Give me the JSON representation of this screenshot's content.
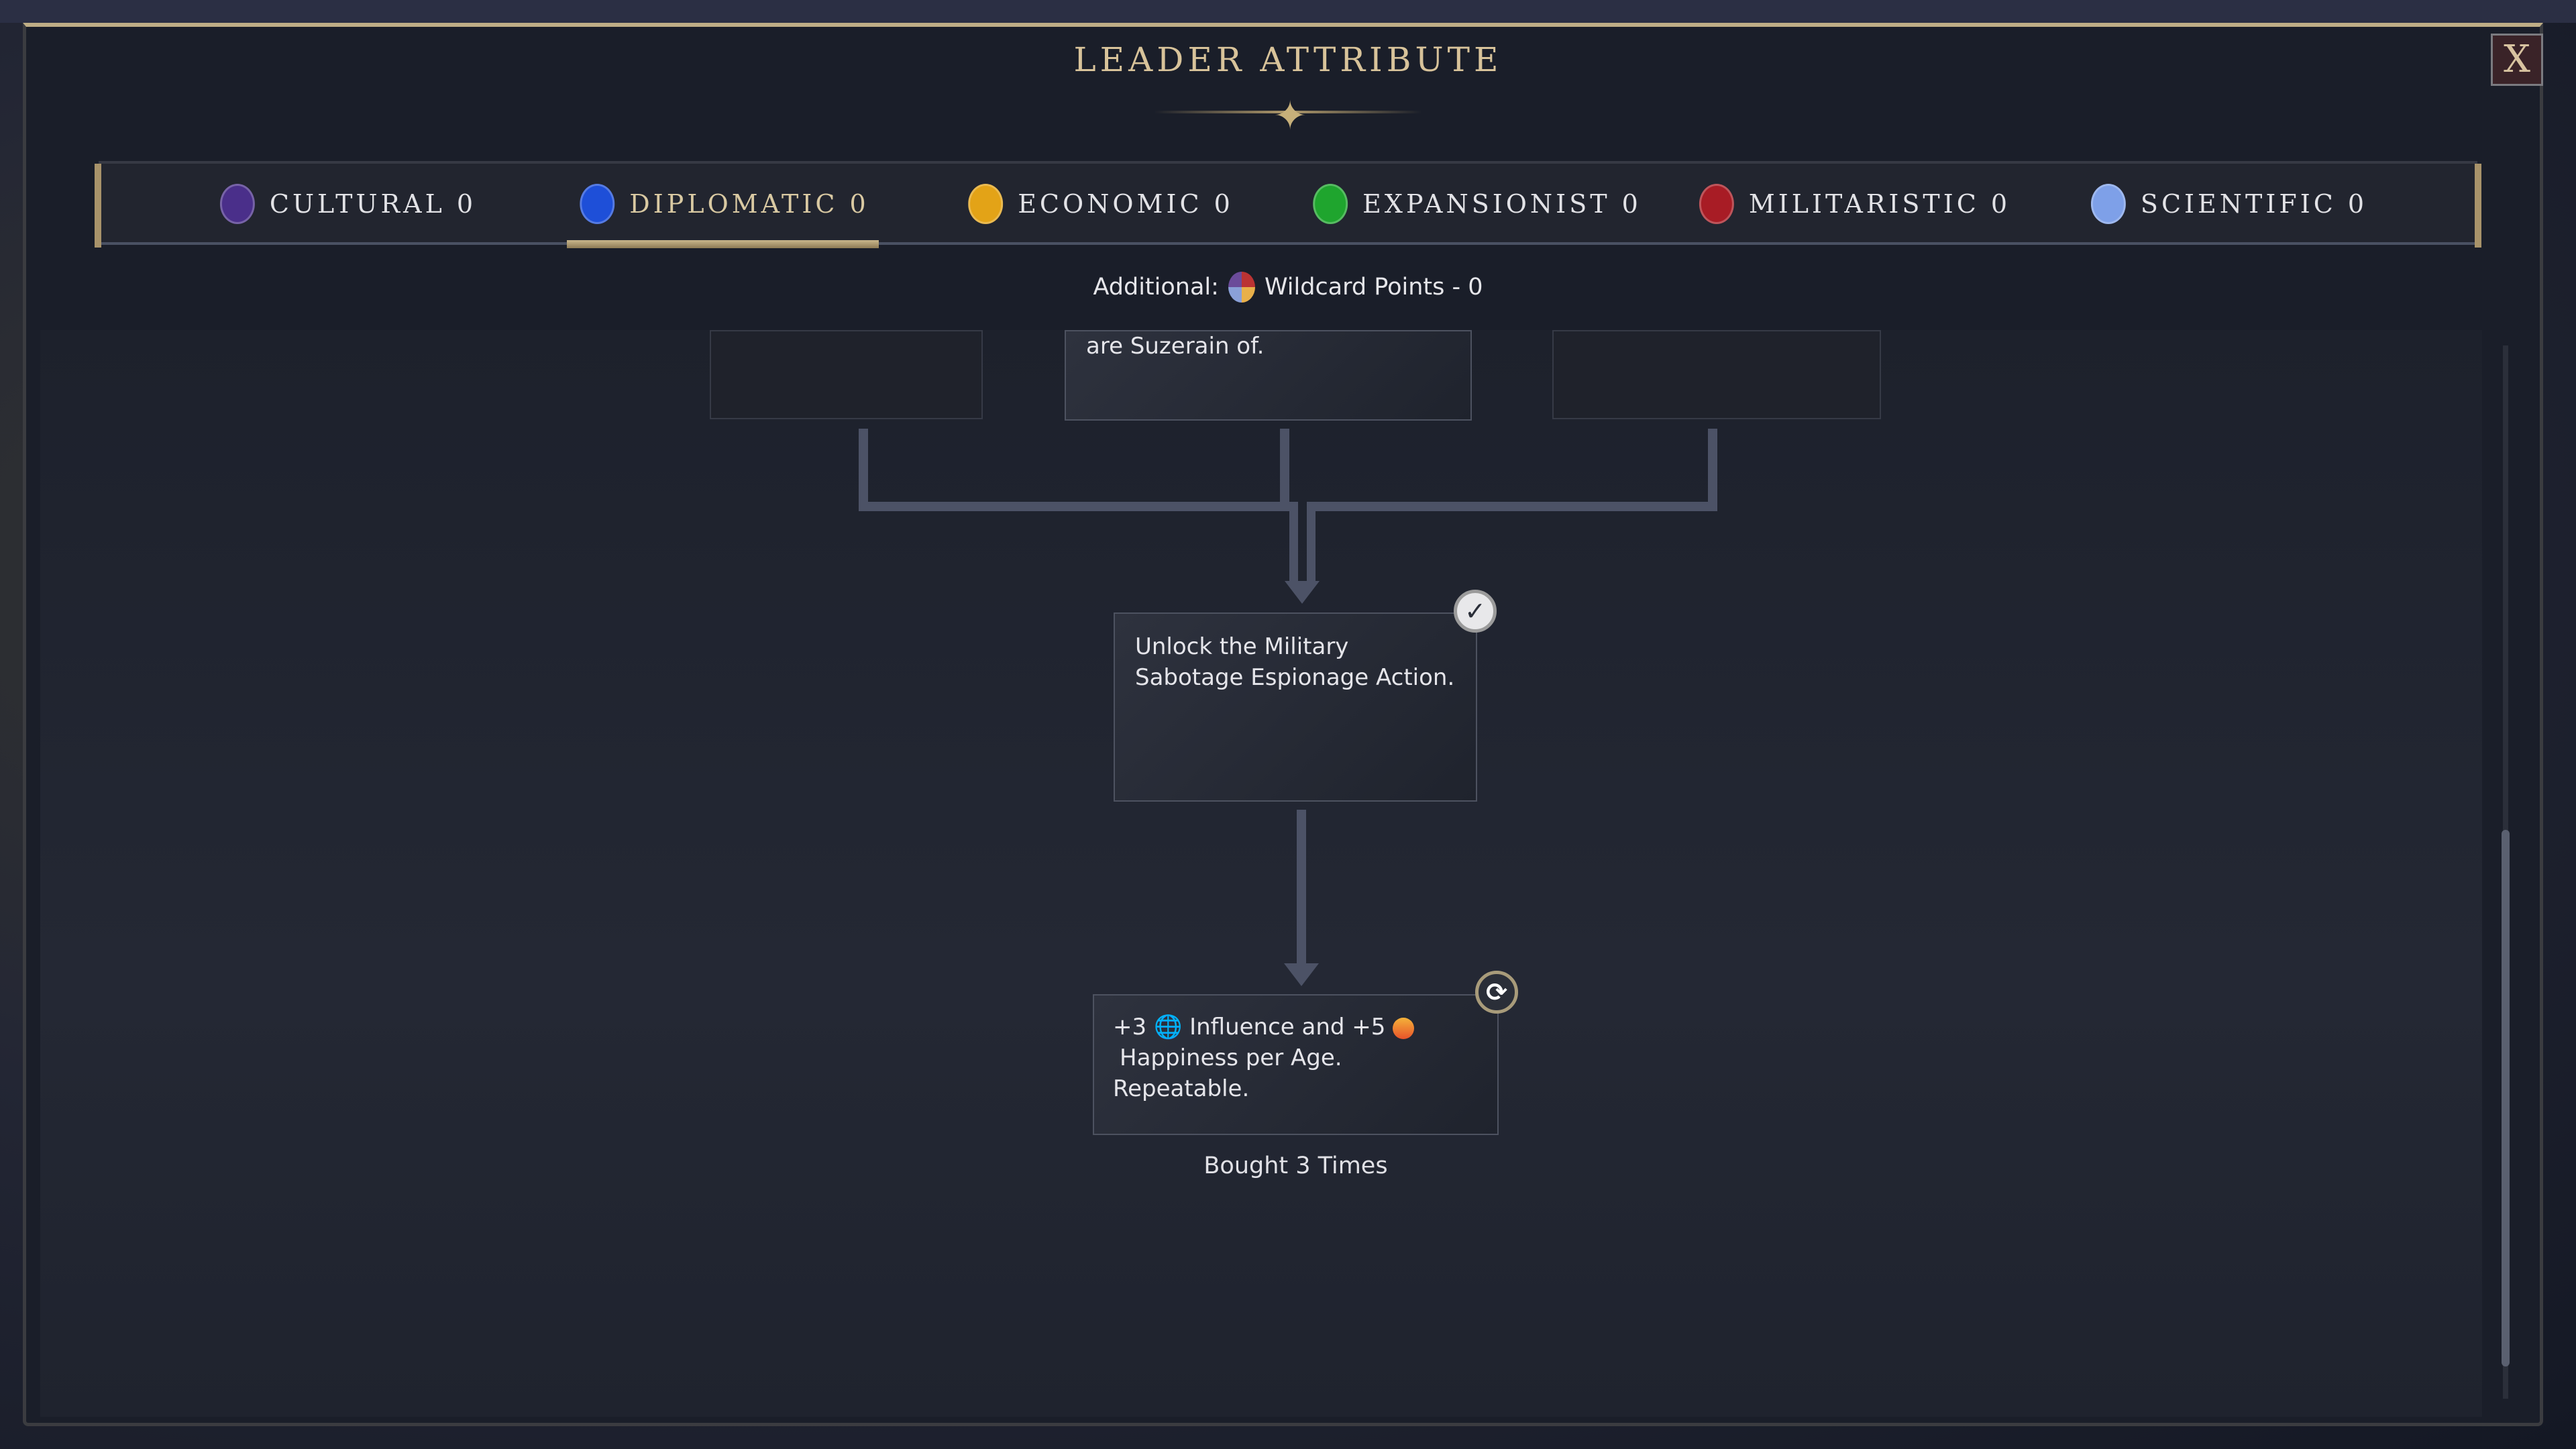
{
  "title": "LEADER ATTRIBUTE",
  "tabs": [
    {
      "label": "CULTURAL 0",
      "icon": "cultural-icon",
      "color": "#4a2f8a"
    },
    {
      "label": "DIPLOMATIC 0",
      "icon": "diplomatic-icon",
      "color": "#1e4fd8"
    },
    {
      "label": "ECONOMIC 0",
      "icon": "economic-icon",
      "color": "#e3a317"
    },
    {
      "label": "EXPANSIONIST 0",
      "icon": "expansionist-icon",
      "color": "#1fa52e"
    },
    {
      "label": "MILITARISTIC 0",
      "icon": "militaristic-icon",
      "color": "#a81c25"
    },
    {
      "label": "SCIENTIFIC 0",
      "icon": "scientific-icon",
      "color": "#7ea0e8"
    }
  ],
  "active_tab": "DIPLOMATIC 0",
  "additional": {
    "prefix": "Additional:",
    "text": "Wildcard Points - 0"
  },
  "nodes": {
    "top_middle": "are Suzerain of.",
    "middle": "Unlock the Military Sabotage Espionage Action.",
    "bottom": {
      "p1": "+3",
      "p2": "Influence and +5",
      "p3": "Happiness per Age. Repeatable."
    },
    "bought": "Bought 3 Times"
  },
  "close_label": "X"
}
